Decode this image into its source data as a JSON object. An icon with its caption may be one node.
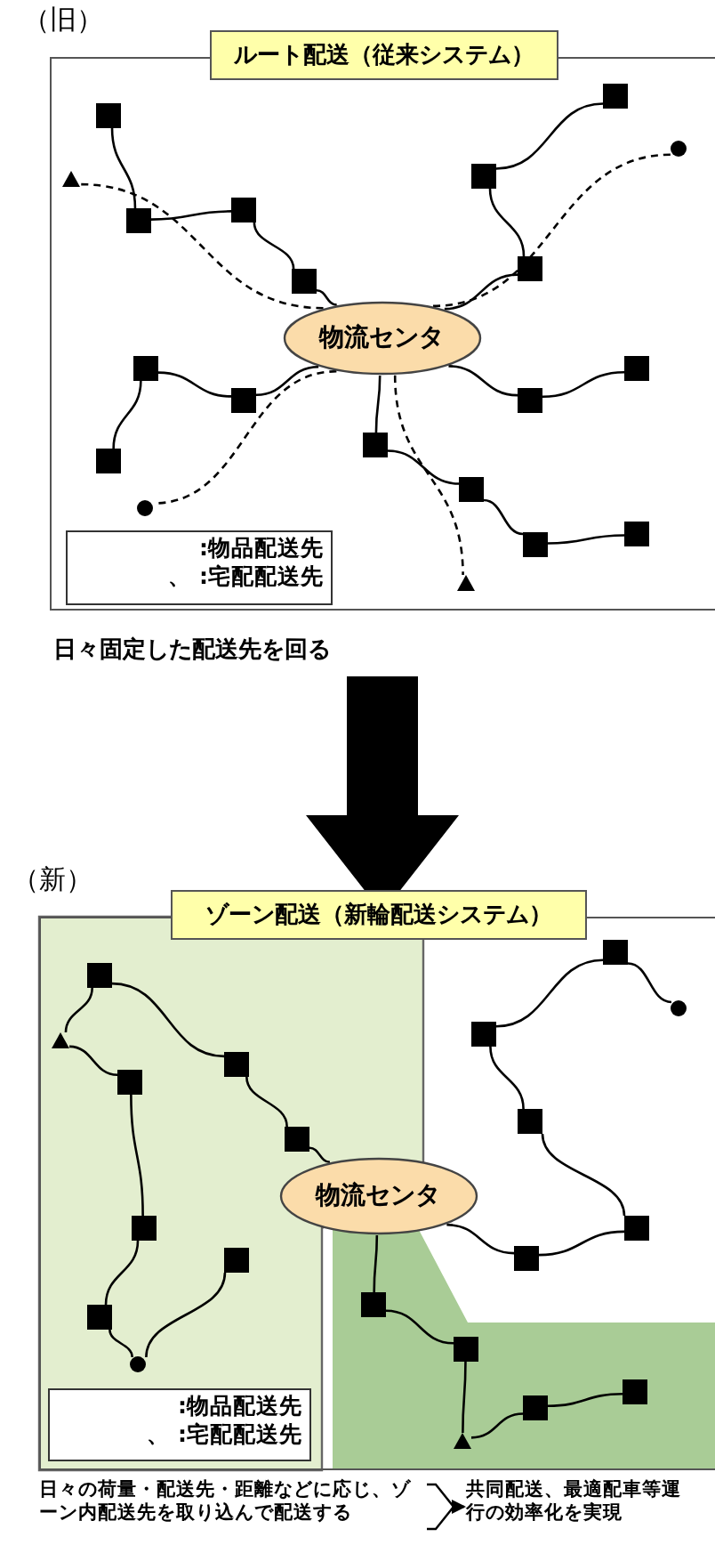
{
  "diagram": {
    "nodes": [
      {
        "text": [
          "（旧）"
        ]
      },
      {
        "text": [
          "ルート配送（従来システム）"
        ]
      },
      {
        "text": [
          "物流センタ"
        ],
        "in": 0
      },
      {
        "text": [],
        "shape": "box",
        "in": 0
      },
      {
        "text": [],
        "shape": "box",
        "in": 0
      },
      {
        "text": [],
        "shape": "box",
        "in": 0
      },
      {
        "text": [],
        "shape": "box",
        "in": 0
      },
      {
        "text": [],
        "shape": "box",
        "in": 0
      },
      {
        "text": [],
        "shape": "box",
        "in": 0
      },
      {
        "text": [],
        "shape": "box",
        "in": 0
      },
      {
        "text": [],
        "shape": "box",
        "in": 0
      },
      {
        "text": [],
        "shape": "box",
        "in": 0
      },
      {
        "text": [],
        "shape": "box",
        "in": 0
      },
      {
        "text": [],
        "shape": "box",
        "in": 0
      },
      {
        "text": [],
        "shape": "box",
        "in": 0
      },
      {
        "text": [],
        "shape": "box",
        "in": 0
      },
      {
        "text": [],
        "shape": "box",
        "in": 0
      },
      {
        "text": [],
        "shape": "box",
        "in": 0
      },
      {
        "text": [],
        "shape": "box",
        "in": 0
      },
      {
        "text": [],
        "shape": "triangle",
        "in": 0
      },
      {
        "text": [],
        "shape": "circle",
        "in": 0
      },
      {
        "text": [],
        "shape": "circle",
        "in": 0
      },
      {
        "text": [],
        "shape": "triangle",
        "in": 0
      },
      {
        "text": [
          "（新）"
        ]
      },
      {
        "text": [
          "ゾーン配送（新輪配送システム）"
        ]
      },
      {
        "text": [
          "物流センタ"
        ],
        "in": 23
      },
      {
        "text": [],
        "shape": "box",
        "in": 23
      },
      {
        "text": [],
        "shape": "box",
        "in": 23
      },
      {
        "text": [],
        "shape": "box",
        "in": 23
      },
      {
        "text": [],
        "shape": "box",
        "in": 23
      },
      {
        "text": [],
        "shape": "box",
        "in": 23
      },
      {
        "text": [],
        "shape": "box",
        "in": 23
      },
      {
        "text": [],
        "shape": "box",
        "in": 23
      },
      {
        "text": [],
        "shape": "triangle",
        "in": 23
      },
      {
        "text": [],
        "shape": "circle",
        "in": 23
      },
      {
        "text": [],
        "shape": "box",
        "in": 23
      },
      {
        "text": [],
        "shape": "box",
        "in": 23
      },
      {
        "text": [],
        "shape": "box",
        "in": 23
      },
      {
        "text": [],
        "shape": "box",
        "in": 23
      },
      {
        "text": [],
        "shape": "box",
        "in": 23
      },
      {
        "text": [],
        "shape": "circle",
        "in": 23
      },
      {
        "text": [],
        "shape": "box",
        "in": 23
      },
      {
        "text": [],
        "shape": "box",
        "in": 23
      },
      {
        "text": [],
        "shape": "box",
        "in": 23
      },
      {
        "text": [],
        "shape": "box",
        "in": 23
      },
      {
        "text": [],
        "shape": "triangle",
        "in": 23
      },
      {
        "text": [
          "日々の荷量・配送先・距離などに応じ、ゾーン内配送先を取り込んで配送する"
        ]
      },
      {
        "text": [
          "共同配送、最適配車等運行の効率化を実現"
        ]
      }
    ],
    "edges": [
      {
        "from": 2,
        "to": 6,
        "arrow": "none"
      },
      {
        "from": 6,
        "to": 5,
        "arrow": "none"
      },
      {
        "from": 5,
        "to": 4,
        "arrow": "none"
      },
      {
        "from": 4,
        "to": 3,
        "arrow": "none"
      },
      {
        "from": 2,
        "to": 9,
        "arrow": "none"
      },
      {
        "from": 9,
        "to": 8,
        "arrow": "none"
      },
      {
        "from": 8,
        "to": 7,
        "arrow": "none"
      },
      {
        "from": 2,
        "to": 11,
        "arrow": "none"
      },
      {
        "from": 11,
        "to": 10,
        "arrow": "none"
      },
      {
        "from": 10,
        "to": 12,
        "arrow": "none"
      },
      {
        "from": 2,
        "to": 13,
        "arrow": "none"
      },
      {
        "from": 13,
        "to": 14,
        "arrow": "none"
      },
      {
        "from": 2,
        "to": 15,
        "arrow": "none"
      },
      {
        "from": 15,
        "to": 16,
        "arrow": "none"
      },
      {
        "from": 16,
        "to": 17,
        "arrow": "none"
      },
      {
        "from": 17,
        "to": 18,
        "arrow": "none"
      },
      {
        "from": 2,
        "to": 19,
        "arrow": "none",
        "style": "dashed"
      },
      {
        "from": 2,
        "to": 20,
        "arrow": "none",
        "style": "dashed"
      },
      {
        "from": 2,
        "to": 21,
        "arrow": "none",
        "style": "dashed"
      },
      {
        "from": 2,
        "to": 22,
        "arrow": "none",
        "style": "dashed"
      },
      {
        "from": 0,
        "to": 23,
        "arrow": "to",
        "style": "thick"
      },
      {
        "from": 25,
        "to": 28,
        "arrow": "none"
      },
      {
        "from": 28,
        "to": 27,
        "arrow": "none"
      },
      {
        "from": 27,
        "to": 26,
        "arrow": "none"
      },
      {
        "from": 26,
        "to": 33,
        "arrow": "none"
      },
      {
        "from": 33,
        "to": 29,
        "arrow": "none"
      },
      {
        "from": 29,
        "to": 30,
        "arrow": "none"
      },
      {
        "from": 30,
        "to": 31,
        "arrow": "none"
      },
      {
        "from": 31,
        "to": 34,
        "arrow": "none"
      },
      {
        "from": 34,
        "to": 32,
        "arrow": "none"
      },
      {
        "from": 25,
        "to": 39,
        "arrow": "none"
      },
      {
        "from": 39,
        "to": 38,
        "arrow": "none"
      },
      {
        "from": 38,
        "to": 37,
        "arrow": "none"
      },
      {
        "from": 37,
        "to": 36,
        "arrow": "none"
      },
      {
        "from": 36,
        "to": 35,
        "arrow": "none"
      },
      {
        "from": 35,
        "to": 40,
        "arrow": "none"
      },
      {
        "from": 25,
        "to": 41,
        "arrow": "none"
      },
      {
        "from": 41,
        "to": 42,
        "arrow": "none"
      },
      {
        "from": 42,
        "to": 45,
        "arrow": "none"
      },
      {
        "from": 44,
        "to": 43,
        "arrow": "none"
      },
      {
        "from": 43,
        "to": 45,
        "arrow": "none"
      },
      {
        "from": 46,
        "to": 47,
        "arrow": "to"
      }
    ],
    "labels": [
      "日々固定した配送先を回る"
    ],
    "legend": [
      {
        "text": ":物品配送先"
      },
      {
        "text": "、 :宅配配送先"
      },
      {
        "text": ":物品配送先"
      },
      {
        "text": "、 :宅配配送先"
      }
    ]
  }
}
